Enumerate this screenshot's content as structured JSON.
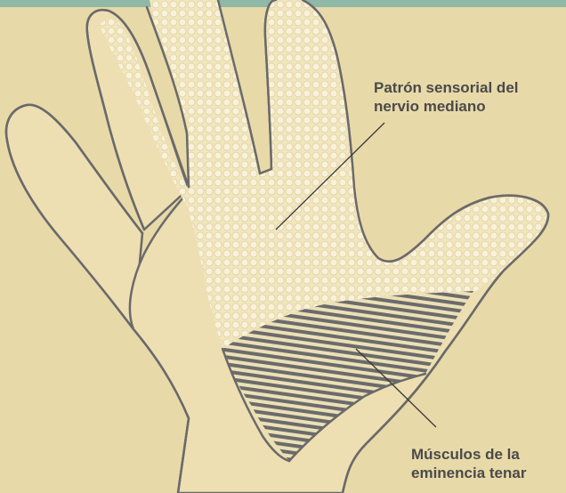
{
  "labels": {
    "sensory_line1": "Patrón sensorial del",
    "sensory_line2": "nervio mediano",
    "thenar_line1": "Músculos de la",
    "thenar_line2": "eminencia tenar"
  },
  "colors": {
    "background": "#e8d9a8",
    "top_band": "#8fb8a6",
    "hand_fill": "#eddfb2",
    "hand_outline": "#6a6a6a",
    "sensory_pattern": "#f8f0d4",
    "muscle_hatch": "#6b6b6b",
    "label_text": "#4a4a4a"
  }
}
